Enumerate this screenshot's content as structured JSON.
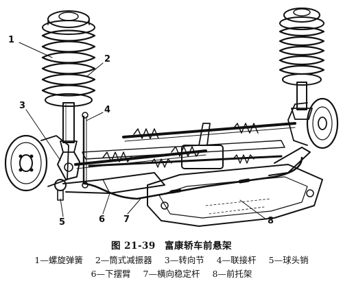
{
  "callouts": [
    "1",
    "2",
    "3",
    "4",
    "5",
    "6",
    "7",
    "8"
  ],
  "caption": {
    "figure_no": "图 21-39",
    "title": "富康轿车前悬架"
  },
  "legend": {
    "row1": [
      "1—螺旋弹簧",
      "2—筒式减振器",
      "3—转向节",
      "4—联接杆",
      "5—球头销"
    ],
    "row2": [
      "6—下摆臂",
      "7—横向稳定杆",
      "8—前托架"
    ]
  }
}
